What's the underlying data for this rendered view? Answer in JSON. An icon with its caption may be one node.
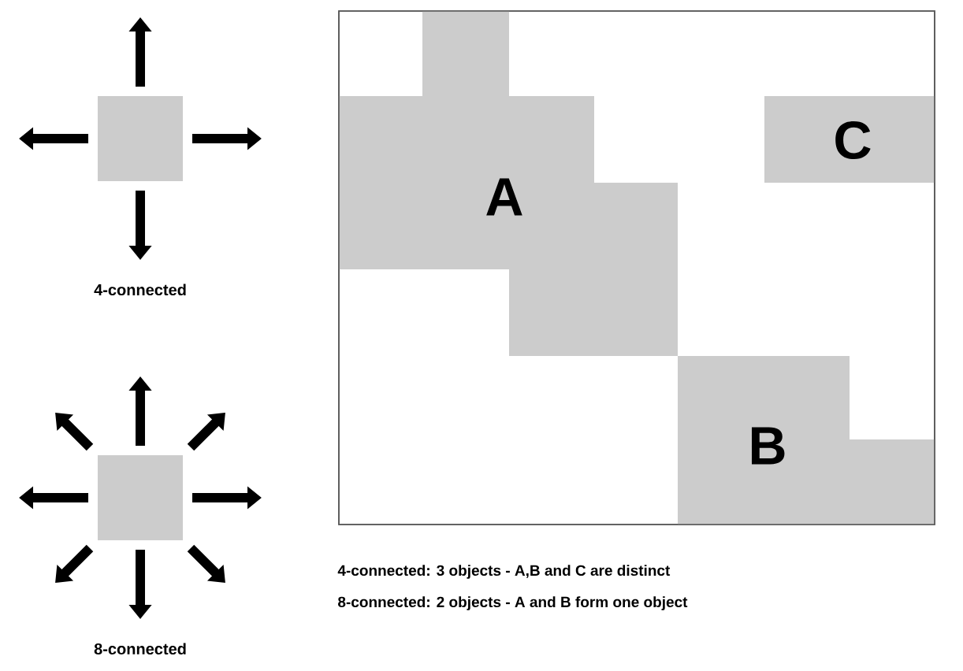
{
  "diagram": {
    "nodes": [
      {
        "text": [],
        "shape": "box"
      },
      {
        "text": [],
        "shape": "box"
      },
      {
        "text": [],
        "shape": "box"
      },
      {
        "text": [
          "A"
        ],
        "in": 2
      },
      {
        "text": [
          "C"
        ],
        "in": 2
      },
      {
        "text": [
          "B"
        ],
        "in": 2
      }
    ],
    "edges": [],
    "labels": [
      "4-connected",
      "8-connected",
      "4-connected: 3 objects - A,B and C are distinct",
      "8-connected: 2 objects - A and B form one object"
    ]
  }
}
